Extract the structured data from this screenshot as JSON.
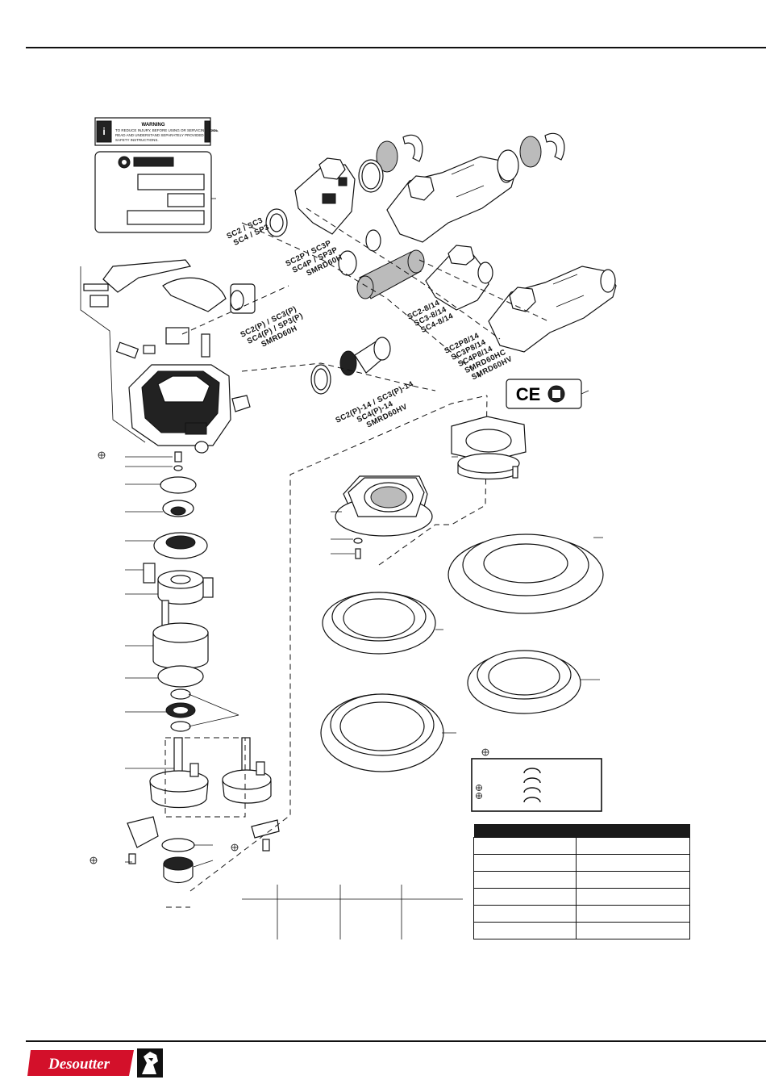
{
  "drawing": {
    "warning_label": {
      "title": "WARNING",
      "text": [
        "TO REDUCE INJURY, BEFORE USING OR SERVICING TOOL,",
        "READ AND UNDERSTAND SEPARATELY PROVIDED",
        "SAFETY INSTRUCTIONS."
      ]
    },
    "variant_labels": {
      "housing_short": [
        "SC2 / SC3",
        "SC4 / SP3"
      ],
      "housing_long": [
        "SC2P / SC3P",
        "SC4P / SP3P",
        "SMRD60H"
      ],
      "silencer": [
        "SC2(P) / SC3(P)",
        "SC4(P) / SP3(P)",
        "SMRD60H"
      ],
      "housing_short_14": [
        "SC2-8/14",
        "SC3-8/14",
        "SC4-8/14"
      ],
      "housing_long_14": [
        "SC2P8/14",
        "SC3P8/14",
        "SC4P8/14",
        "SMRD60HC",
        "SMRD60HV"
      ],
      "silencer_14": [
        "SC2(P)-14 / SC3(P)-14",
        "SC4(P)-14",
        "SMRD60HV"
      ]
    },
    "marks": {
      "ce": "CE"
    },
    "brand": "Desoutter"
  }
}
